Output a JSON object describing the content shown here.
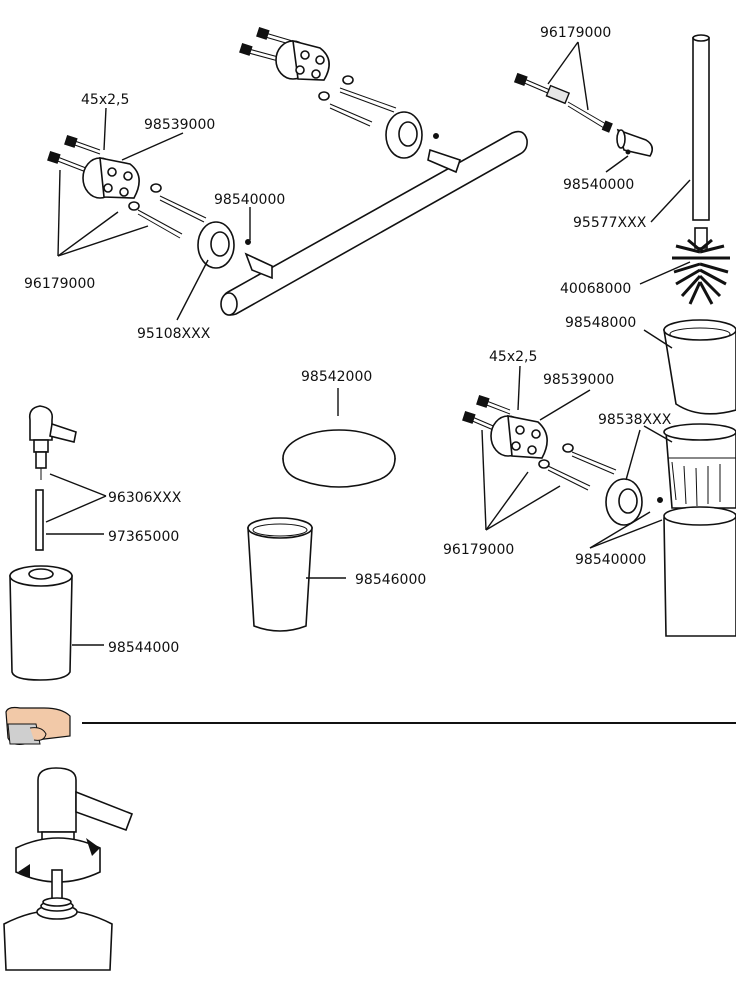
{
  "labels": {
    "bar_left_screw_size": "45x2,5",
    "bar_left_bracket": "98539000",
    "bar_left_screws": "96179000",
    "bar_left_rosette": "95108XXX",
    "bar_end_cap": "98540000",
    "hook_screws": "96179000",
    "hook_cap": "98540000",
    "brush_handle": "95577XXX",
    "brush_head": "40068000",
    "brush_glass": "98548000",
    "holder_screw_size": "45x2,5",
    "holder_bracket": "98539000",
    "holder_basket": "98538XXX",
    "holder_screws": "96179000",
    "holder_cap": "98540000",
    "soap_dish": "98542000",
    "tumbler": "98546000",
    "pump_head": "96306XXX",
    "pump_tube": "97365000",
    "dispenser_bottle": "98544000"
  },
  "icons": {
    "hand": "hand-cleaning-icon"
  }
}
